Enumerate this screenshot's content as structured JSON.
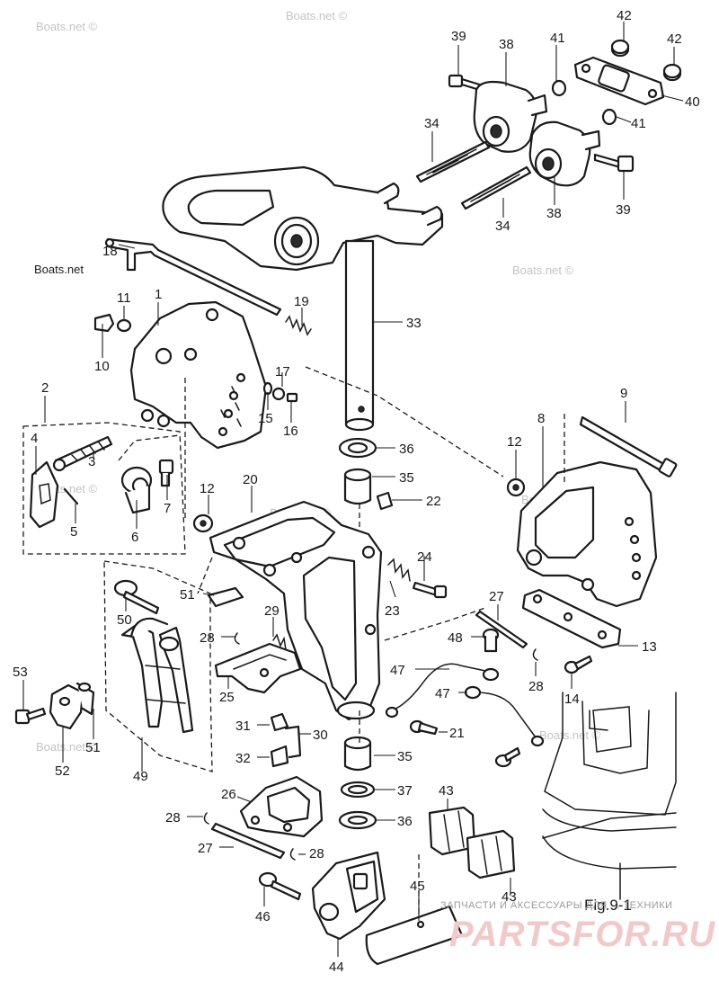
{
  "callouts": [
    "39",
    "38",
    "42",
    "41",
    "42",
    "40",
    "41",
    "34",
    "39",
    "38",
    "34",
    "1",
    "11",
    "19",
    "10",
    "33",
    "2",
    "17",
    "15",
    "16",
    "4",
    "3",
    "9",
    "8",
    "12",
    "7",
    "5",
    "6",
    "36",
    "12",
    "20",
    "35",
    "22",
    "24",
    "51",
    "50",
    "29",
    "23",
    "27",
    "28",
    "48",
    "13",
    "47",
    "28",
    "14",
    "25",
    "47",
    "53",
    "21",
    "31",
    "30",
    "51",
    "32",
    "35",
    "52",
    "49",
    "37",
    "43",
    "26",
    "28",
    "36",
    "27",
    "28",
    "45",
    "43",
    "46",
    "44",
    "18"
  ],
  "watermarks": [
    "Boats.net ©",
    "Boats.net ©",
    "Boats.net ©",
    "Boats.net",
    "Boats.net ©",
    "Boats.net ©",
    "Boats.net ©",
    "Boats.net ©",
    "Boats.net ©"
  ],
  "figure_label": "Fig.9-1",
  "shop": {
    "tagline": "ЗАПЧАСТИ И АКСЕССУАРЫ ДЛЯ ... ТЕХНИКИ",
    "brand": "PARTSFOR.RU"
  }
}
